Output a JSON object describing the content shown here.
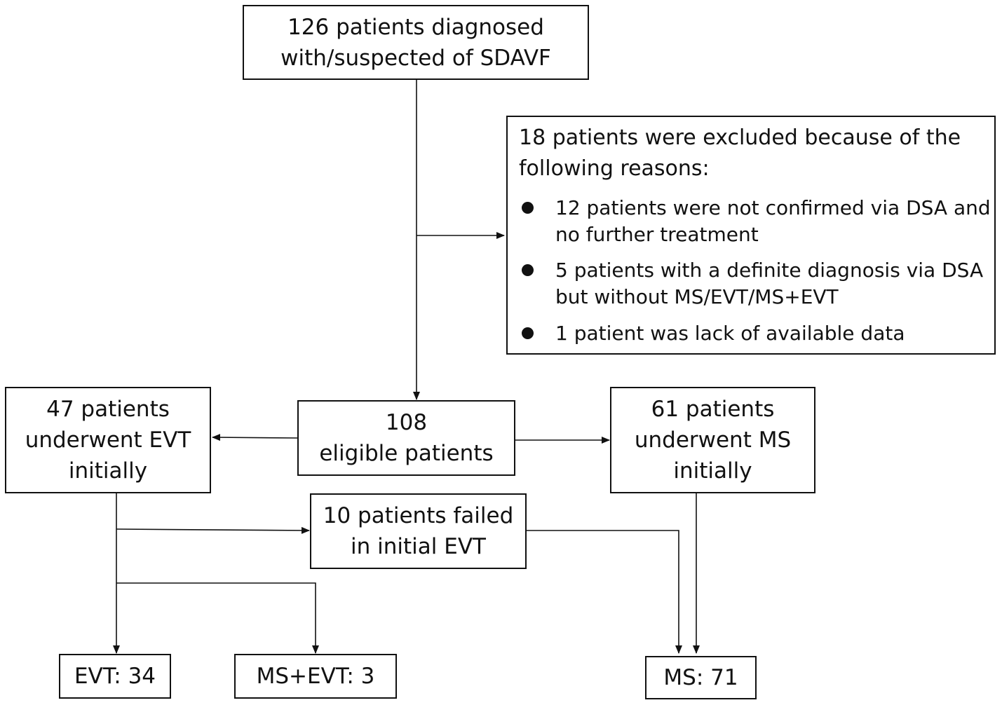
{
  "nodes": {
    "total": {
      "line1": "126 patients diagnosed",
      "line2": "with/suspected  of SDAVF"
    },
    "excluded": {
      "line1": "18 patients were excluded because of the",
      "line2": "following reasons:",
      "reasons": [
        {
          "line1": "12 patients were not confirmed via DSA and",
          "line2": "no further treatment"
        },
        {
          "line1": "5 patients with a definite diagnosis via DSA",
          "line2": "but without MS/EVT/MS+EVT"
        },
        {
          "line1": "1 patient was lack of available data"
        }
      ]
    },
    "eligible": {
      "line1": "108",
      "line2": "eligible patients"
    },
    "evt_initial": {
      "line1": "47 patients",
      "line2": "underwent EVT",
      "line3": "initially"
    },
    "ms_initial": {
      "line1": "61 patients",
      "line2": "underwent MS",
      "line3": "initially"
    },
    "evt_failed": {
      "line1": "10 patients failed",
      "line2": "in initial EVT"
    },
    "evt_final": "EVT: 34",
    "ms_evt_final": "MS+EVT: 3",
    "ms_final": "MS: 71"
  },
  "colors": {
    "line": "#111111",
    "background": "#ffffff"
  }
}
